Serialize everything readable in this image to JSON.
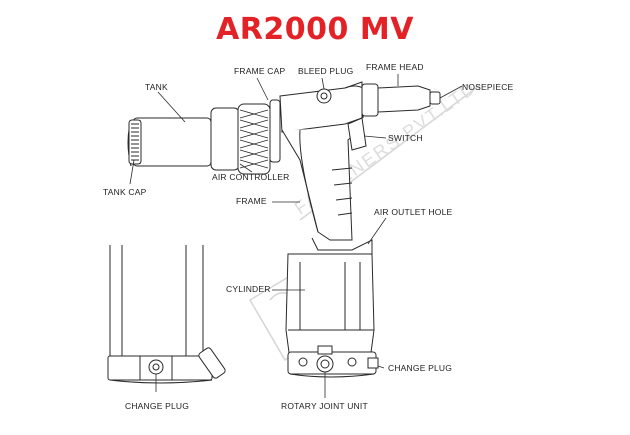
{
  "title": "AR2000 MV",
  "colors": {
    "title": "#e32227",
    "ink": "#2a2a2a",
    "watermark": "#d9d9d9"
  },
  "labels": {
    "tank": "TANK",
    "frame_cap": "FRAME CAP",
    "bleed_plug": "BLEED PLUG",
    "frame_head": "FRAME HEAD",
    "nosepiece": "NOSEPIECE",
    "switch": "SWITCH",
    "air_controller": "AIR CONTROLLER",
    "tank_cap": "TANK CAP",
    "frame": "FRAME",
    "air_outlet_hole": "AIR OUTLET HOLE",
    "cylinder": "CYLINDER",
    "change_plug_left": "CHANGE PLUG",
    "change_plug_right": "CHANGE PLUG",
    "rotary_joint_unit": "ROTARY JOINT UNIT"
  },
  "watermark": {
    "text": "FASTENERS PVT.LTD."
  }
}
